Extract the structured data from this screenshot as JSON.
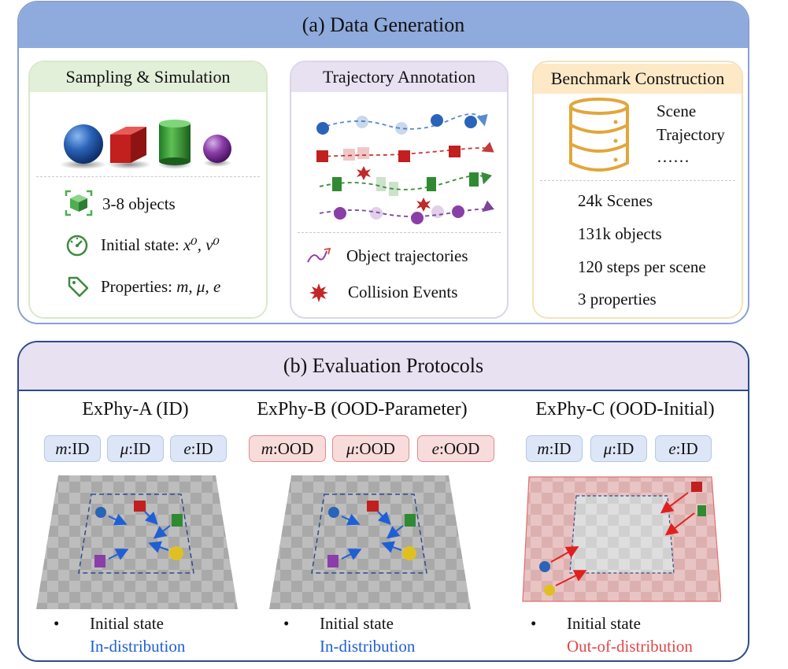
{
  "panel_a": {
    "title": "(a) Data Generation",
    "sampling": {
      "title": "Sampling & Simulation",
      "objects": "3-8 objects",
      "initial_state_label": "Initial state: ",
      "initial_state_math": "x⁰, v⁰",
      "properties_label": "Properties: ",
      "properties_math": "m, μ, e",
      "icons": [
        "cube-icon",
        "gauge-icon",
        "tag-icon"
      ]
    },
    "trajectory": {
      "title": "Trajectory Annotation",
      "legend_traj": "Object trajectories",
      "legend_collision": "Collision Events"
    },
    "benchmark": {
      "title": "Benchmark Construction",
      "db_items": [
        "Scene",
        "Trajectory",
        "……"
      ],
      "stats": [
        "24k Scenes",
        "131k objects",
        "120 steps per scene",
        "3 properties"
      ]
    }
  },
  "panel_b": {
    "title": "(b) Evaluation Protocols",
    "protocols": [
      {
        "title": "ExPhy-A (ID)",
        "chips": [
          {
            "sym": "m",
            "val": ":ID"
          },
          {
            "sym": "μ",
            "val": ":ID"
          },
          {
            "sym": "e",
            "val": ":ID"
          }
        ],
        "chip_style": "blue",
        "bullet_line1": "Initial state",
        "bullet_line2": "In-distribution",
        "line2_color": "#1f5fd6"
      },
      {
        "title": "ExPhy-B (OOD-Parameter)",
        "chips": [
          {
            "sym": "m",
            "val": ":OOD"
          },
          {
            "sym": "μ",
            "val": ":OOD"
          },
          {
            "sym": "e",
            "val": ":OOD"
          }
        ],
        "chip_style": "red",
        "bullet_line1": "Initial state",
        "bullet_line2": "In-distribution",
        "line2_color": "#1f5fd6"
      },
      {
        "title": "ExPhy-C (OOD-Initial)",
        "chips": [
          {
            "sym": "m",
            "val": ":ID"
          },
          {
            "sym": "μ",
            "val": ":ID"
          },
          {
            "sym": "e",
            "val": ":ID"
          }
        ],
        "chip_style": "blue",
        "bullet_line1": "Initial state",
        "bullet_line2": "Out-of-distribution",
        "line2_color": "#e04848"
      }
    ],
    "bullet": "•"
  },
  "colors": {
    "header_blue": "#8faadc",
    "sampling_green": "#e2efd9",
    "trajectory_purple": "#e8e1f1",
    "benchmark_orange": "#fde9c6",
    "id_blue": "#1f5fd6",
    "ood_red": "#e04848"
  }
}
